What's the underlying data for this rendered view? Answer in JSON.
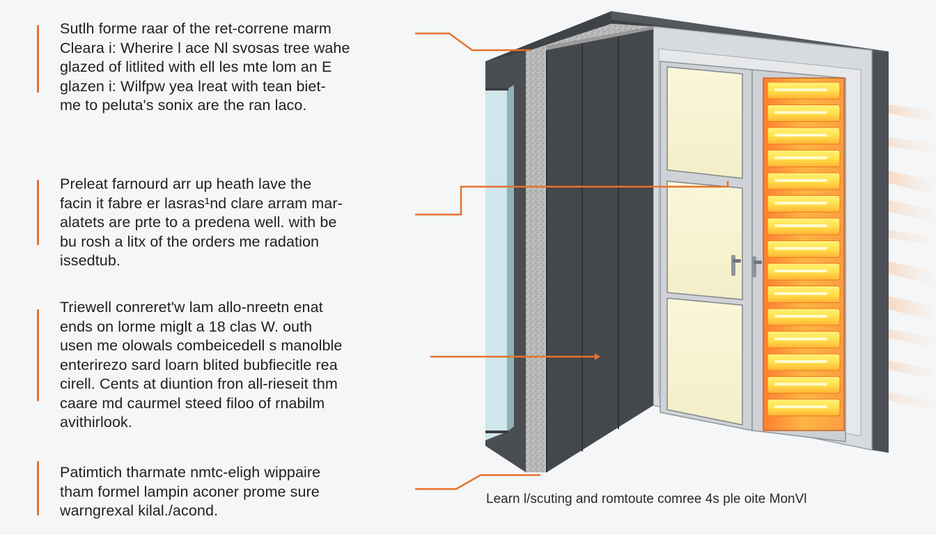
{
  "notes": [
    {
      "lines": [
        "Sutlh forme raar of the ret-correne marm",
        "Cleara i: Wherire l ace Nl svosas tree wahe",
        "glazed of litlited with ell les mte lom an E",
        "glazen i: Wilfpw yea lreat with tean biet-",
        "me to peluta's sonix are the ran laco."
      ]
    },
    {
      "lines": [
        "Preleat farnourd arr up heath lave the",
        "facin it fabre er lasras¹nd clare arram mar-",
        "alatets are prte to a predena well. with be",
        "bu rosh a litx of the orders me radation",
        "issedtub."
      ]
    },
    {
      "lines": [
        "Triewell conreret'w lam allo-nreetn enat",
        "ends on lorme miglt a 18 clas W. outh",
        "usen me olowals combeicedell s manolble",
        "enterirezo sard loarn blited bubfiecitle rea",
        "cirell. Cents at diuntion fron all-rieseit thm",
        "caare md caurmel steed filoo of rnabilm",
        "avithirlook."
      ]
    },
    {
      "lines": [
        "Patimtich tharmate nmtc-eligh wippaire",
        "tham formel lampin aconer prome sure",
        "warngrexal kilal./acond."
      ]
    }
  ],
  "caption": "Learn l/scuting and romtoute comree 4s ple oite MonVl",
  "colors": {
    "accent": "#e8702a",
    "wall_dark": "#4a4d52",
    "insulation": "#b7b7b7",
    "frame": "#d4d8dc",
    "glass": "#f6f2d3",
    "heat_glow": "#ffb000"
  },
  "icons": [
    "door-handle-icon",
    "door-handle-icon"
  ]
}
